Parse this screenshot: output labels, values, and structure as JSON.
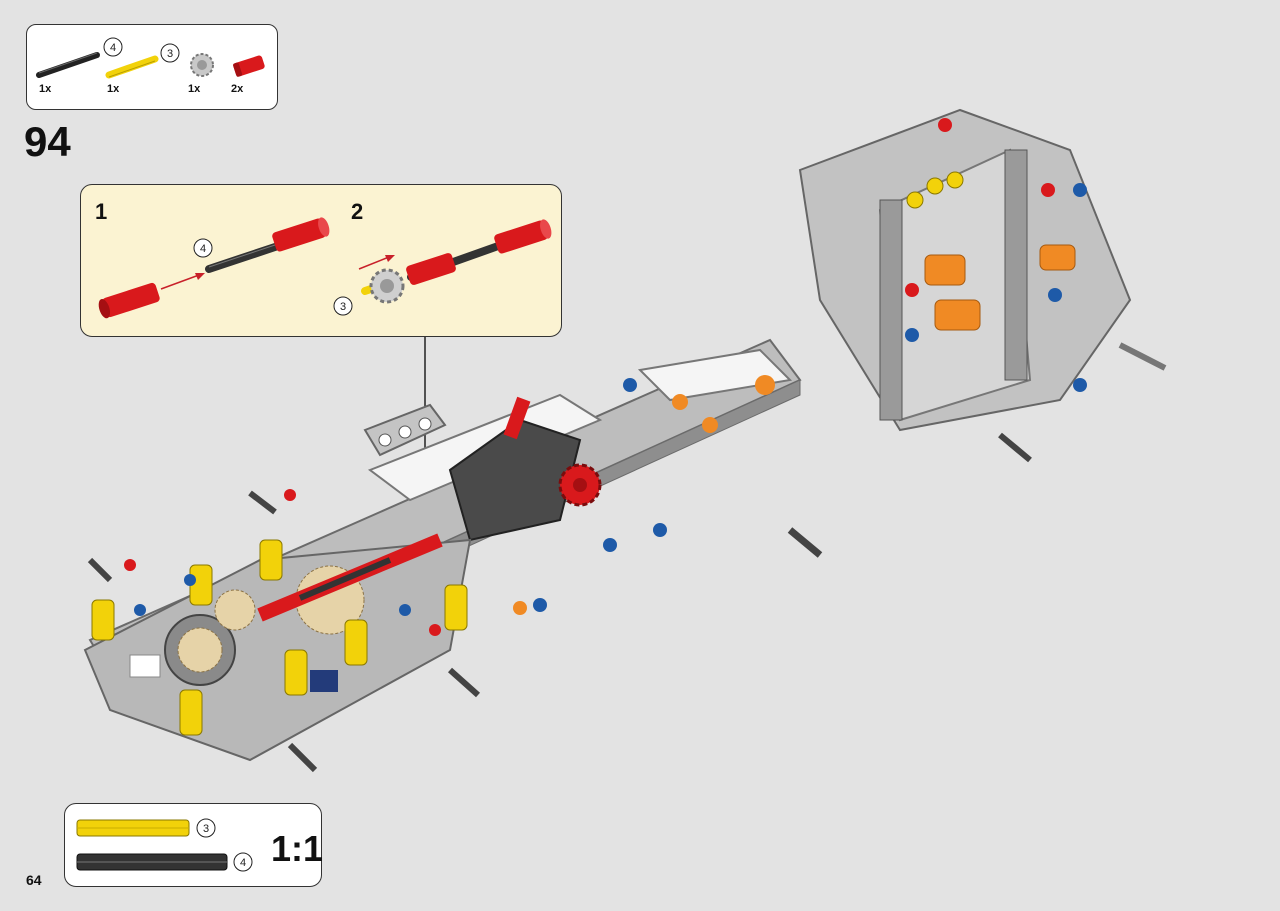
{
  "parts_list": {
    "items": [
      {
        "name": "axle-4-black",
        "length_marker": "4",
        "quantity": "1x",
        "color": "#222222"
      },
      {
        "name": "axle-3-yellow",
        "length_marker": "3",
        "quantity": "1x",
        "color": "#f2d20a"
      },
      {
        "name": "gear-light-gray",
        "quantity": "1x",
        "color": "#c0c0c0"
      },
      {
        "name": "bush-red",
        "quantity": "2x",
        "color": "#d9191c"
      }
    ]
  },
  "step": {
    "number": "94"
  },
  "sub_steps": [
    {
      "label": "1",
      "marker": "4"
    },
    {
      "label": "2",
      "marker": "3"
    }
  ],
  "scale_reference": {
    "ratio": "1:1",
    "items": [
      {
        "marker": "3",
        "color": "#f2d20a"
      },
      {
        "marker": "4",
        "color": "#333333"
      }
    ]
  },
  "page": {
    "number": "64"
  },
  "colors": {
    "background": "#e3e3e3",
    "callout_bg": "#fbf3d2",
    "light_gray": "#a8a8a8",
    "yellow": "#f2d20a",
    "red": "#d9191c",
    "blue": "#1e5aa8",
    "orange": "#f08a24"
  }
}
